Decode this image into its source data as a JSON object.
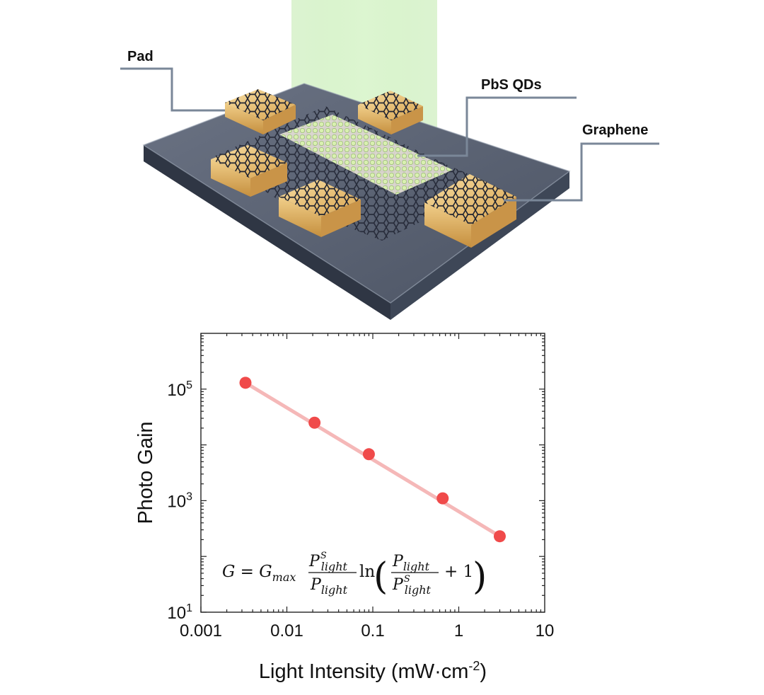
{
  "illustration": {
    "labels": {
      "pad": "Pad",
      "pbs_qds": "PbS QDs",
      "graphene": "Graphene"
    },
    "colors": {
      "light_beam": "#c9f0b8",
      "substrate_top": "#5b6474",
      "substrate_side": "#3a4150",
      "pad_gold": "#e9bf72",
      "graphene_lattice": "#1e2230",
      "qd_green": "#cfe9a6",
      "leader_line": "#7a8798"
    }
  },
  "chart_data": {
    "type": "scatter",
    "title": "",
    "xlabel": "Light Intensity (mW·cm",
    "xlabel_sup": "-2",
    "xlabel_end": ")",
    "ylabel": "Photo Gain",
    "xscale": "log",
    "yscale": "log",
    "xlim": [
      0.001,
      10
    ],
    "ylim": [
      10,
      1000000
    ],
    "x_ticks": [
      {
        "value": 0.001,
        "label": "0.001"
      },
      {
        "value": 0.01,
        "label": "0.01"
      },
      {
        "value": 0.1,
        "label": "0.1"
      },
      {
        "value": 1,
        "label": "1"
      },
      {
        "value": 10,
        "label": "10"
      }
    ],
    "y_ticks": [
      {
        "value": 10,
        "base": "10",
        "exp": "1"
      },
      {
        "value": 1000,
        "base": "10",
        "exp": "3"
      },
      {
        "value": 100000,
        "base": "10",
        "exp": "5"
      }
    ],
    "series": [
      {
        "x": [
          0.0033,
          0.021,
          0.09,
          0.65,
          3.0
        ],
        "y": [
          130000,
          25000,
          6800,
          1100,
          230
        ],
        "color": "#f04a4a",
        "fit_color": "#f5b8b8"
      }
    ],
    "equation": {
      "lhs": "G = G",
      "gmax_sub": "max",
      "num_p": "P",
      "num_sup": "S",
      "num_sub": "light",
      "den_p": "P",
      "den_sub": "light",
      "ln": "ln",
      "inner_num_p": "P",
      "inner_num_sub": "light",
      "inner_den_p": "P",
      "inner_den_sup": "S",
      "inner_den_sub": "light",
      "plus_one": "+ 1"
    },
    "grid": false,
    "legend": "none"
  }
}
